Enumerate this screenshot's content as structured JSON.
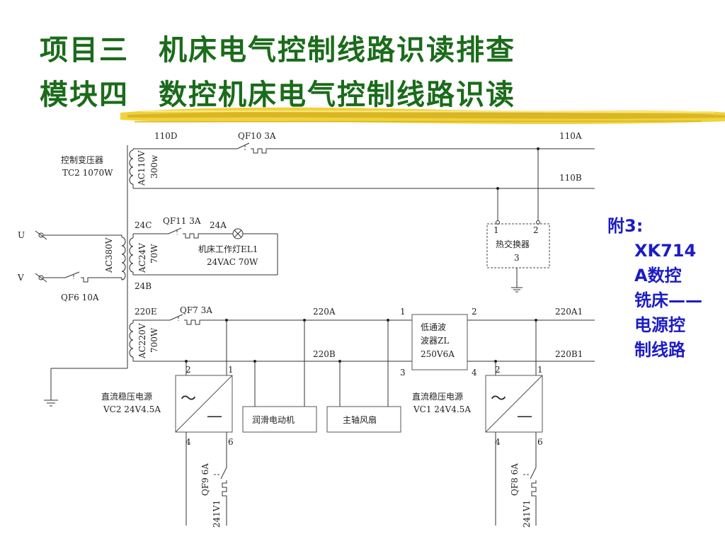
{
  "title": {
    "line1": "项目三　机床电气控制线路识读排查",
    "line2": "模块四　数控机床电气控制线路识读"
  },
  "side_note": {
    "line1": "附3:",
    "line2": "XK714",
    "line3": "A数控",
    "line4": "铣床——",
    "line5": "电源控",
    "line6": "制线路"
  },
  "diagram": {
    "n110D": "110D",
    "qf10": "QF10 3A",
    "n110A": "110A",
    "n110B": "110B",
    "tc2_name": "控制变压器",
    "tc2_spec": "TC2 1070W",
    "ac110": "AC110V",
    "w300": "300w",
    "terminal_u": "U",
    "terminal_v": "V",
    "ac380": "AC380V",
    "qf6": "QF6 10A",
    "n24C": "24C",
    "qf11": "QF11 3A",
    "n24A": "24A",
    "ac24": "AC24V",
    "w70": "70W",
    "n24B": "24B",
    "lamp_name": "机床工作灯EL1",
    "lamp_spec": "24VAC 70W",
    "hx_pin1": "1",
    "hx_pin2": "2",
    "hx_name": "热交换器",
    "hx_pin3": "3",
    "n220E": "220E",
    "qf7": "QF7 3A",
    "n220A": "220A",
    "ac220": "AC220V",
    "w700": "700W",
    "n220B": "220B",
    "filt_pin1": "1",
    "filt_pin2": "2",
    "filt_pin3": "3",
    "filt_pin4": "4",
    "filt_l1": "低通波",
    "filt_l2": "波器ZL",
    "filt_l3": "250V6A",
    "n220A1": "220A1",
    "n220B1": "220B1",
    "vc2_pin2": "2",
    "vc2_pin1": "1",
    "vc2_name": "直流稳压电源",
    "vc2_spec": "VC2 24V4.5A",
    "vc2_pin4": "4",
    "vc2_pin6": "6",
    "ac_sym": "～",
    "dc_sym": "—",
    "lube": "润滑电动机",
    "fan": "主轴风扇",
    "vc1_pin2": "2",
    "vc1_pin1": "1",
    "vc1_name": "直流稳压电源",
    "vc1_spec": "VC1 24V4.5A",
    "vc1_pin4": "4",
    "vc1_pin6": "6",
    "qf9": "QF9 6A",
    "n241a": "241V1",
    "qf8": "QF8 6A",
    "n241b": "241V1"
  }
}
